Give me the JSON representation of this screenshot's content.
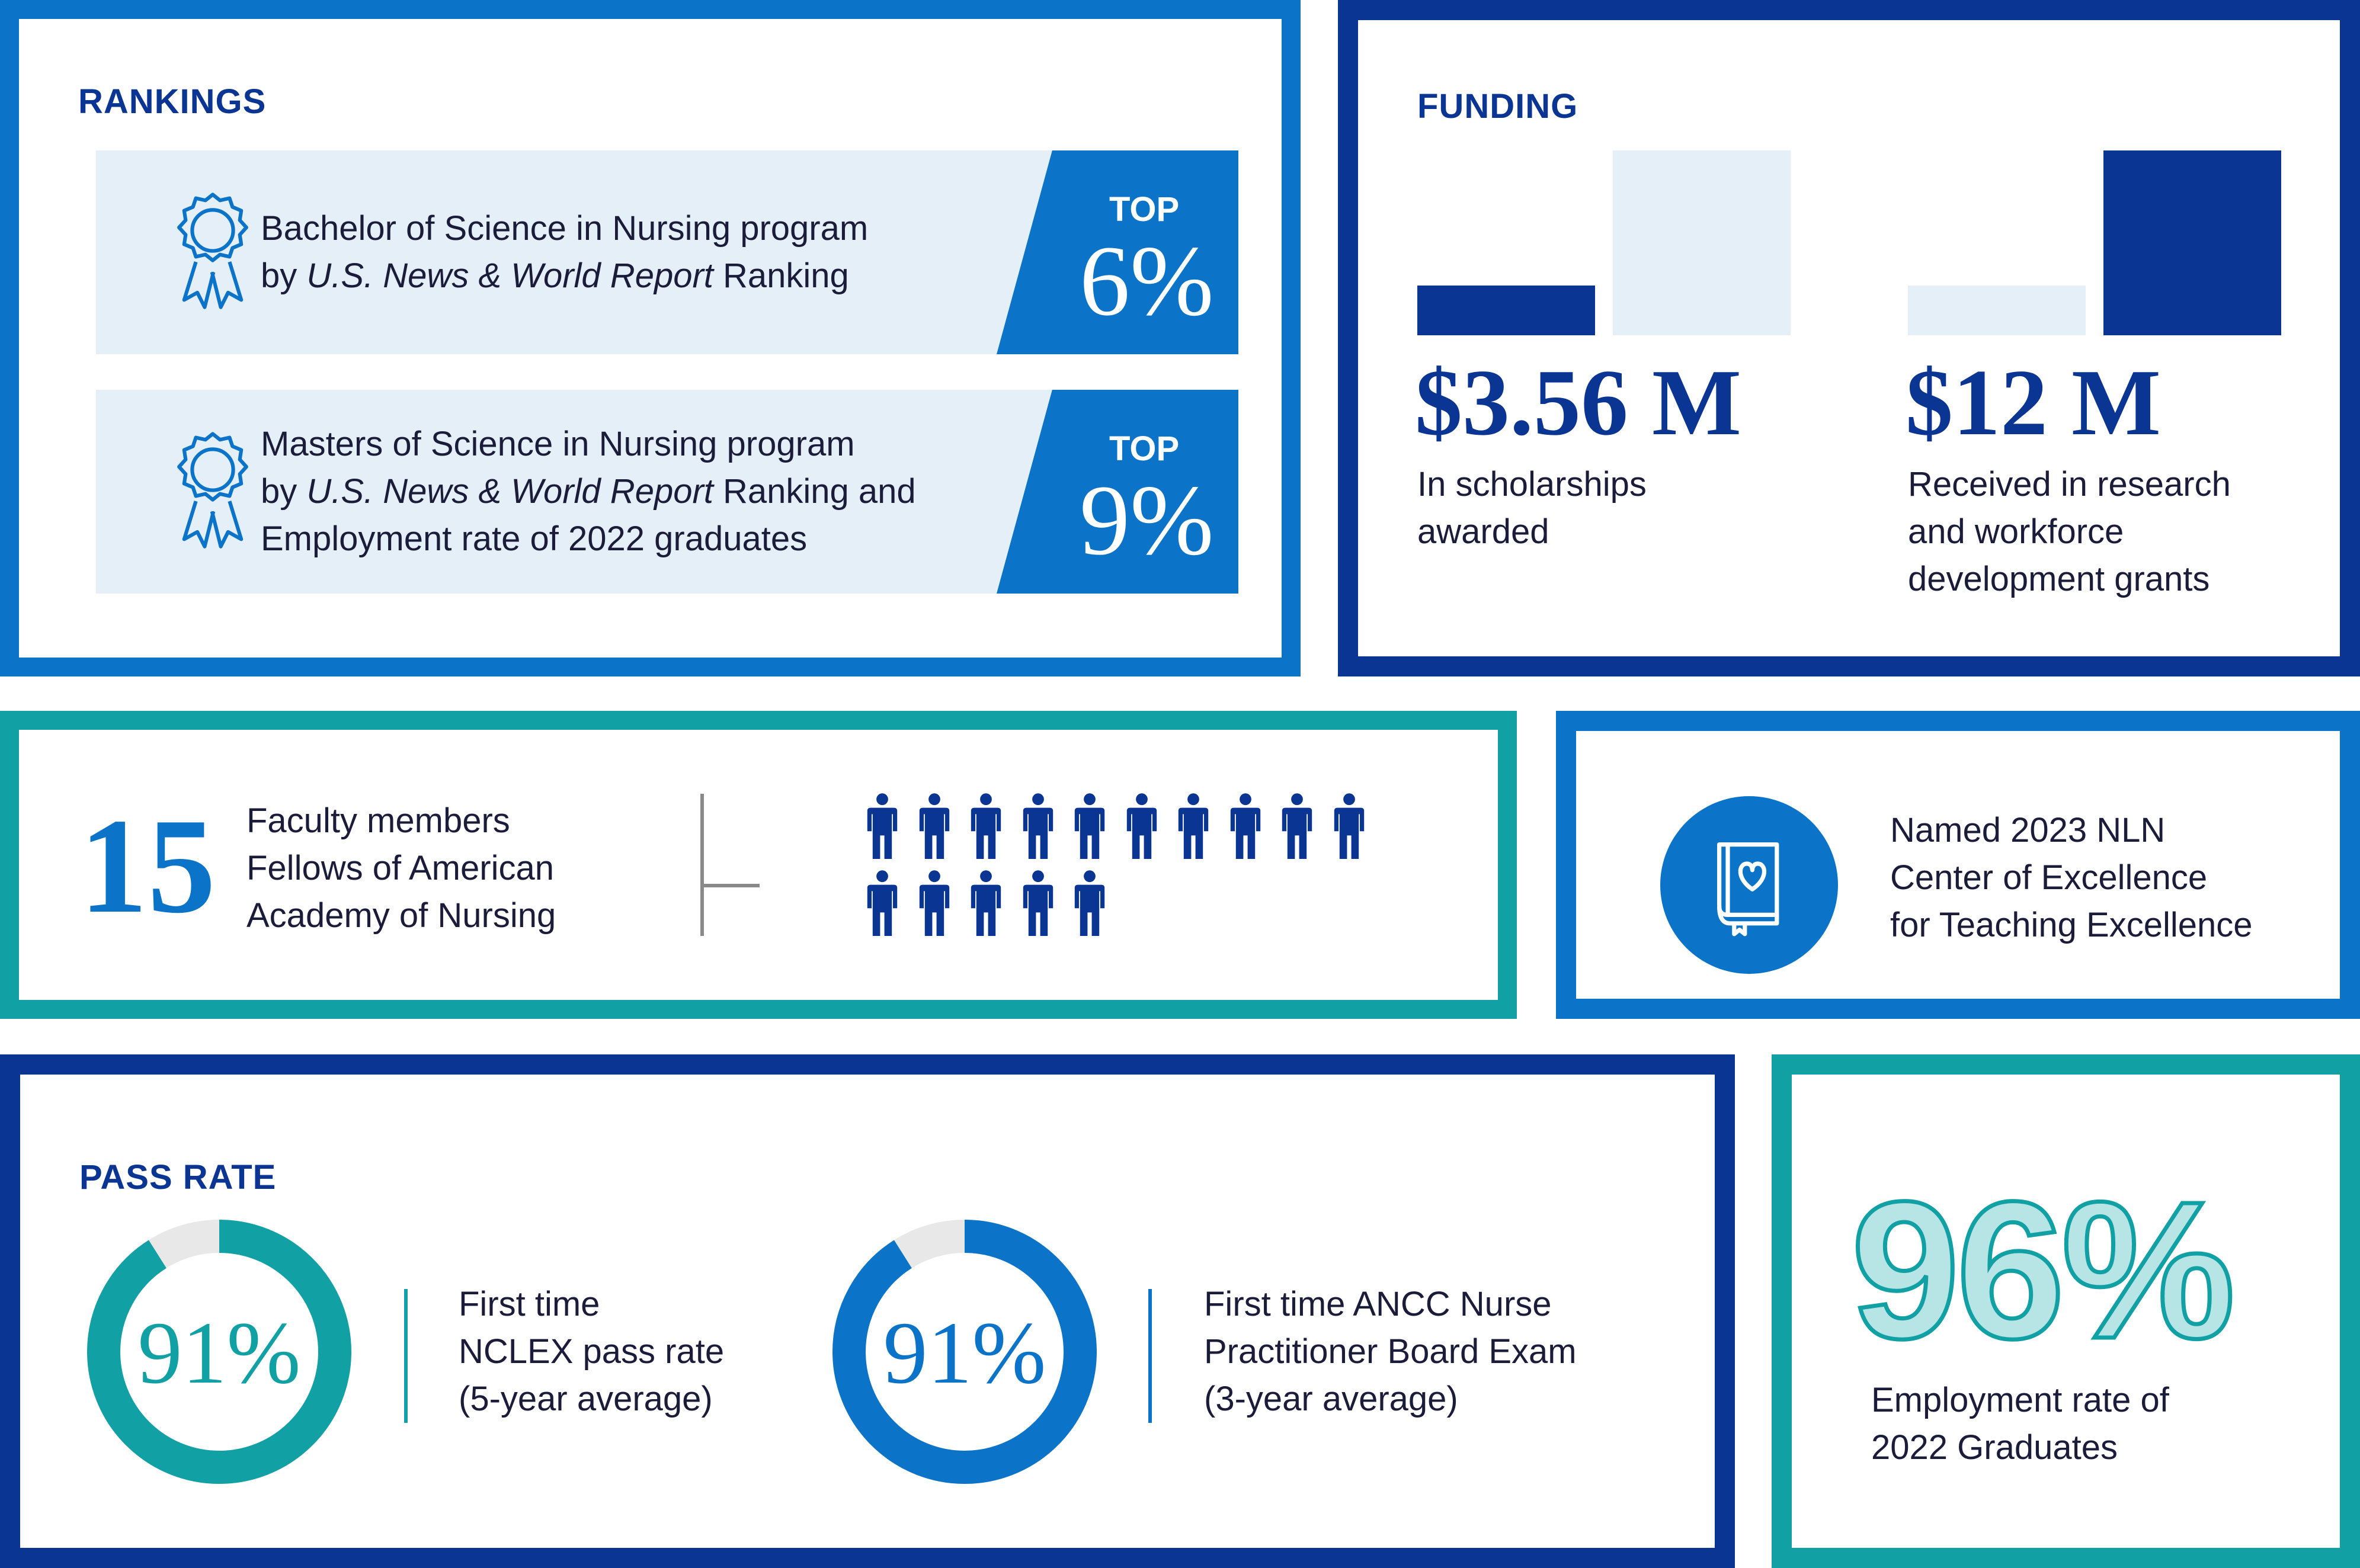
{
  "colors": {
    "brand_blue": "#0b74c9",
    "navy": "#0b3592",
    "teal": "#11a0a4",
    "light_blue_bg": "#e5eff8",
    "light_teal": "#b7e4e4"
  },
  "rankings": {
    "heading": "RANKINGS",
    "items": [
      {
        "icon": "award-ribbon-icon",
        "line1": "Bachelor of Science in Nursing program",
        "line2_prefix": "by ",
        "line2_italic": "U.S. News & World Report",
        "line2_suffix": " Ranking",
        "line3": "",
        "badge_label": "TOP",
        "badge_value": "6%"
      },
      {
        "icon": "award-ribbon-icon",
        "line1": "Masters of Science in Nursing program",
        "line2_prefix": "by ",
        "line2_italic": "U.S. News & World Report",
        "line2_suffix": " Ranking and",
        "line3": "Employment rate of 2022 graduates",
        "badge_label": "TOP",
        "badge_value": "9%"
      }
    ]
  },
  "funding": {
    "heading": "FUNDING",
    "items": [
      {
        "value": "$3.56 M",
        "desc_lines": [
          "In scholarships",
          "awarded"
        ],
        "bar_levels": [
          0.27,
          1.0
        ],
        "highlight_index": 0
      },
      {
        "value": "$12 M",
        "desc_lines": [
          "Received in research",
          "and workforce",
          "development grants"
        ],
        "bar_levels": [
          0.27,
          1.0
        ],
        "highlight_index": 1
      }
    ]
  },
  "faculty": {
    "count": "15",
    "desc_lines": [
      "Faculty members",
      "Fellows of American",
      "Academy of Nursing"
    ],
    "people_count": 15,
    "icon": "person-icon"
  },
  "nln": {
    "icon": "book-heart-icon",
    "desc_lines": [
      "Named 2023 NLN",
      "Center of Excellence",
      "for Teaching Excellence"
    ]
  },
  "pass_rate": {
    "heading": "PASS RATE",
    "items": [
      {
        "value": "91%",
        "percent": 91,
        "color": "#11a0a4",
        "desc_lines": [
          "First time",
          "NCLEX pass rate",
          "(5-year average)"
        ]
      },
      {
        "value": "91%",
        "percent": 91,
        "color": "#0b74c9",
        "desc_lines": [
          "First time ANCC Nurse",
          "Practitioner Board Exam",
          "(3-year average)"
        ]
      }
    ]
  },
  "employment": {
    "value": "96%",
    "desc_lines": [
      "Employment rate of",
      "2022 Graduates"
    ]
  }
}
